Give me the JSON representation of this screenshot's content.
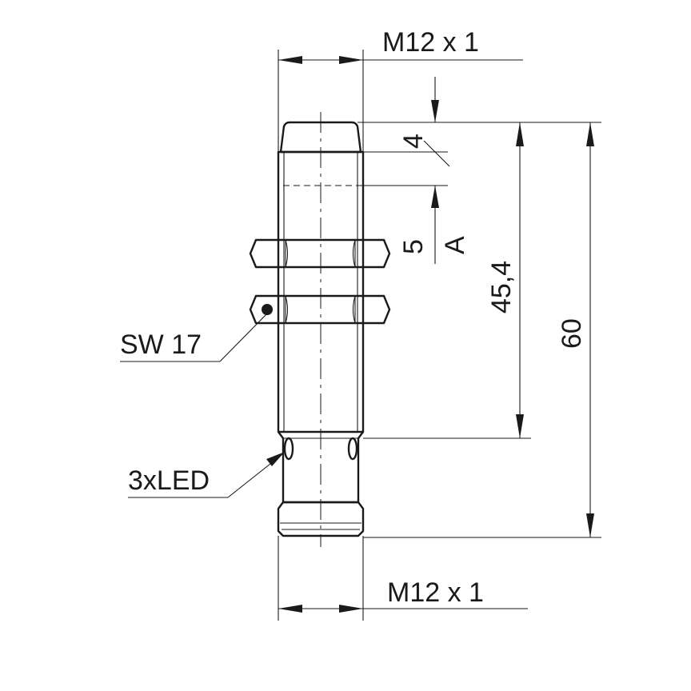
{
  "drawing": {
    "labels": {
      "thread_top": "M12 x 1",
      "thread_bottom": "M12 x 1",
      "dim_4": "4",
      "dim_5": "5",
      "dim_A": "A",
      "dim_45_4": "45,4",
      "dim_60": "60",
      "wrench": "SW 17",
      "led": "3xLED"
    }
  }
}
